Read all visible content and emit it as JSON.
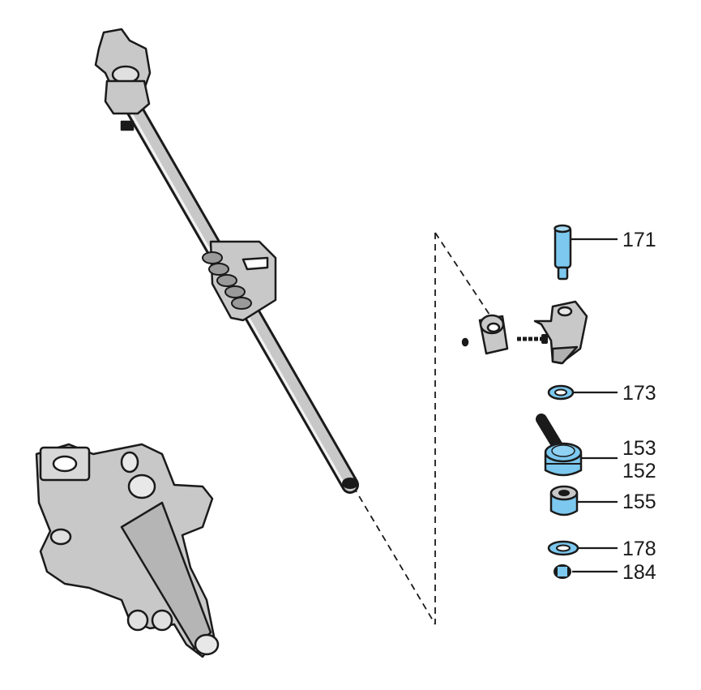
{
  "colors": {
    "highlight": "#7cc8ef",
    "part_gray": "#c8c8c8",
    "outline": "#1a1a1a"
  },
  "callouts": [
    {
      "number": "171"
    },
    {
      "number": "173"
    },
    {
      "number": "153"
    },
    {
      "number": "152"
    },
    {
      "number": "155"
    },
    {
      "number": "178"
    },
    {
      "number": "184"
    }
  ]
}
